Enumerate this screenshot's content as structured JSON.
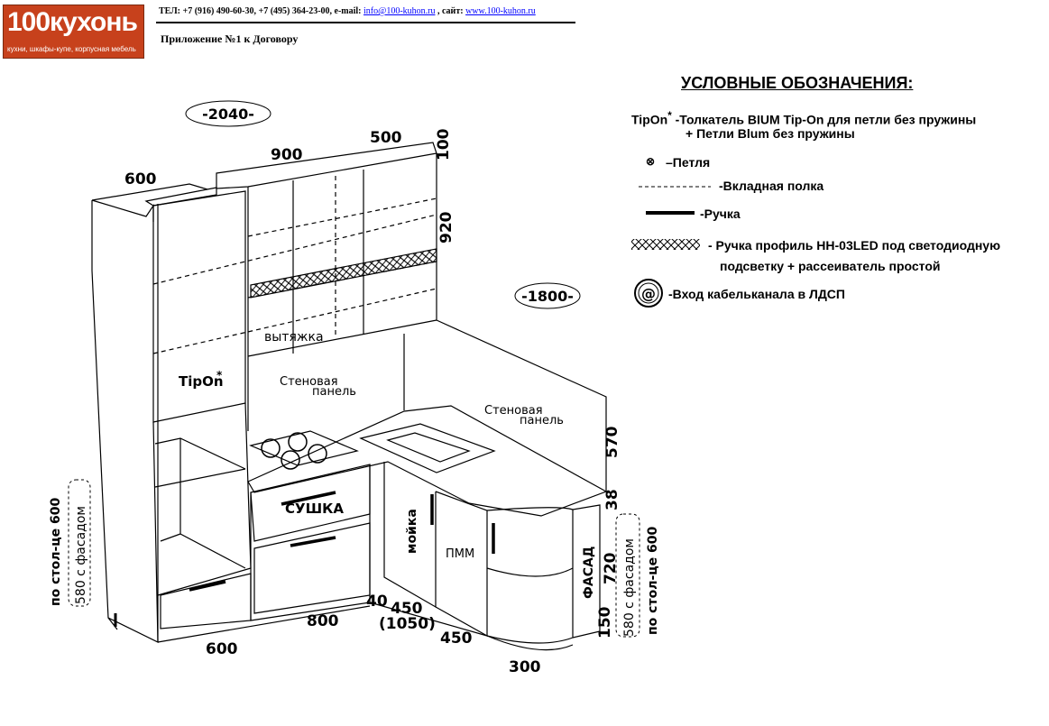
{
  "header": {
    "logo_text": "100кухонь",
    "logo_tagline": "кухни, шкафы-купе, корпусная мебель",
    "contacts_prefix": "ТЕЛ: +7 (916) 490-60-30, +7 (495) 364-23-00, e-mail: ",
    "email": "info@100-kuhon.ru",
    "site_prefix": " , сайт: ",
    "site": "www.100-kuhon.ru",
    "appendix": "Приложение №1 к Договору"
  },
  "legend": {
    "title": "УСЛОВНЫЕ ОБОЗНАЧЕНИЯ:",
    "tipon_key": "TipOn",
    "tipon_star": "*",
    "tipon_line1": "-Толкатель BIUM Tip-On  для петли без пружины",
    "tipon_line2": "+ Петли Blum без пружины",
    "hinge_symbol": "⊗",
    "hinge": "–Петля",
    "shelf": "-Вкладная полка",
    "handle": "-Ручка",
    "profile_line1": "- Ручка профиль НН-03LED под  светодиодную",
    "profile_line2": "подсветку + рассеиватель простой",
    "cable_symbol": "@",
    "cable": "-Вход кабельканала в ЛДСП"
  },
  "drawing": {
    "wall_left": "-2040-",
    "wall_right": "-1800-",
    "dim_600_top": "600",
    "dim_900": "900",
    "dim_500": "500",
    "dim_100": "100",
    "dim_920": "920",
    "dim_570": "570",
    "dim_38": "38",
    "dim_720": "720",
    "dim_150": "150",
    "dim_600_bottom": "600",
    "dim_800": "800",
    "dim_40": "40",
    "dim_450a": "450",
    "dim_1050": "(1050)",
    "dim_450b": "450",
    "dim_300": "300",
    "label_hood": "вытяжка",
    "label_tipon": "TipOn",
    "label_tipon_star": "*",
    "label_wall_panel_1a": "Стеновая",
    "label_wall_panel_1b": "панель",
    "label_wall_panel_2a": "Стеновая",
    "label_wall_panel_2b": "панель",
    "label_dryer": "СУШКА",
    "label_sink": "мойка",
    "label_dishwasher": "ПММ",
    "label_facade": "ФАСАД",
    "side_left_1": "по стол-це 600",
    "side_left_2": "580 с фасадом",
    "side_right_1": "580 с фасадом",
    "side_right_2": "по стол-це 600"
  }
}
